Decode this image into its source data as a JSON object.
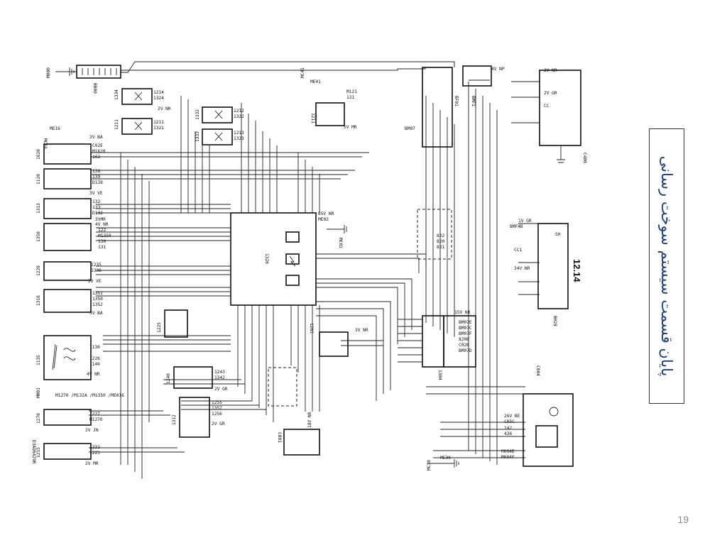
{
  "slide": {
    "title": "پایان قسمت سیستم سوخت رسانی",
    "page_number": "19"
  },
  "diagram": {
    "labels": {
      "m000": "M000",
      "bb00": "BB00",
      "c1334": "1334",
      "p1214": "1214",
      "p1324": "1324",
      "c2vnr_a": "2V NR",
      "mc16": "MC16",
      "me16": "ME16",
      "c1211_a": "1211",
      "p1211": "1211",
      "p1321": "1321",
      "c1332": "1332",
      "p1212": "1212",
      "p1322": "1322",
      "c1333": "1333",
      "p1213": "1213",
      "p1323": "1323",
      "v3ba": "3V BA",
      "c1620": "1620",
      "p_c02e": "C02E",
      "p_m1620": "M1620",
      "p_162": "162",
      "c1120": "1120",
      "p136": "136",
      "p139": "139",
      "p_d138": "D138",
      "v3ve": "3V VE",
      "c1313": "1313",
      "p132": "132",
      "p133": "133",
      "p_d132": "D132",
      "v3vmr": "3VMR",
      "v4vnr": "4V NR",
      "c1350": "1350",
      "p122": "122",
      "p_m1350": "M1350",
      "p130": "130",
      "p131": "131",
      "c1220": "1220",
      "p1235": "1235",
      "p1336": "1336",
      "v2ve": "2V VE",
      "c1316": "1316",
      "p1351": "1351",
      "p1350": "1350",
      "p1352": "1352",
      "c1135": "1135",
      "p1130": "1130",
      "p1226": "1226",
      "p1140": "1140",
      "mm01": "MM01",
      "wires_line": "M1270 /M132A /M1350 /ME016",
      "c1270": "1270",
      "p1227": "1227",
      "p_m1270": "M1270",
      "v2vjn": "2V JN",
      "c1215": "1215",
      "p1232": "1232",
      "p1223": "1223",
      "v2vmr": "2V MR",
      "d3aq": "D3AQ6429R",
      "c1320": "1320",
      "me41": "ME41",
      "mc41": "MC41",
      "c1211_b": "1211",
      "p_m121": "M121",
      "p121": "121",
      "v5vmr": "5V MR",
      "bf01": "BF01",
      "bm07": "BM07",
      "bmf1": "BMF1",
      "v4vnp": "4V NP",
      "c0400": "C400",
      "v2vnr": "2V NR",
      "v2vgr": "2V GR",
      "cc": "CC",
      "v65vnr": "65V NR",
      "me02": "ME02",
      "mc02": "MC02",
      "p_820": "820",
      "p_821": "821",
      "p_822": "822",
      "c1203": "1203",
      "v3vnr": "3V NR",
      "c1304": "1304",
      "v15vnr": "15V NR",
      "bm7e": "BM07E",
      "bm7c": "BM07C",
      "bm7f": "BM07F",
      "p820b": "820B",
      "pc02b": "C02B",
      "bm7d": "BM07D",
      "bh28": "BH28",
      "r1214": "12.14",
      "c0004": "C004",
      "v1vgr": "1V GR",
      "bmf4b": "BMF4B",
      "cc1": "CC1",
      "v34vnr": "34V NR",
      "sh": "SH",
      "c1225": "1225",
      "c1240": "1240",
      "p1243": "1243",
      "p1342": "1342",
      "c1312": "1312",
      "p1255": "1255",
      "p1357": "1357",
      "p1256": "1256",
      "c0001": "C001",
      "v18vnr": "18V NR",
      "v26vbe": "26V BE",
      "c05c": "C05C",
      "p142": "142",
      "p426": "426",
      "m004e": "M004E",
      "m004f": "M004F",
      "mc30": "MC30",
      "me30": "ME30"
    }
  }
}
